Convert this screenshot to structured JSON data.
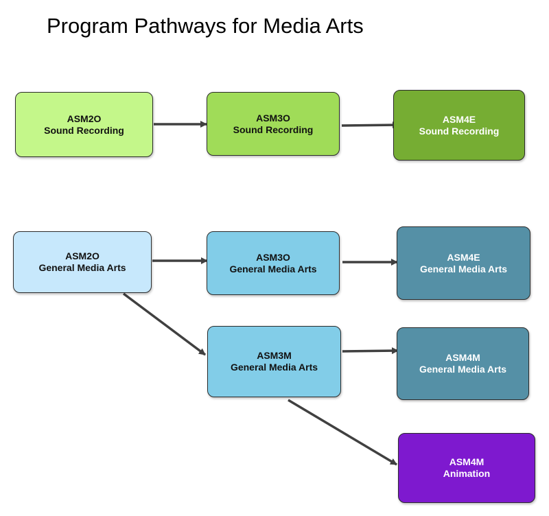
{
  "title": "Program Pathways for Media Arts",
  "colors": {
    "sound_2o": "#c4f78a",
    "sound_3o": "#a0dc58",
    "sound_4e": "#76ad33",
    "gma_2o": "#c7e8fc",
    "gma_3o_3m": "#82cde8",
    "gma_4e_4m": "#5590a6",
    "animation": "#7e19cf",
    "arrow": "#404040"
  },
  "nodes": [
    {
      "id": "n1",
      "code": "ASM2O",
      "name": "Sound Recording"
    },
    {
      "id": "n2",
      "code": "ASM3O",
      "name": "Sound Recording"
    },
    {
      "id": "n3",
      "code": "ASM4E",
      "name": "Sound Recording"
    },
    {
      "id": "n4",
      "code": "ASM2O",
      "name": "General Media Arts"
    },
    {
      "id": "n5",
      "code": "ASM3O",
      "name": "General Media Arts"
    },
    {
      "id": "n6",
      "code": "ASM4E",
      "name": "General Media Arts"
    },
    {
      "id": "n7",
      "code": "ASM3M",
      "name": "General Media Arts"
    },
    {
      "id": "n8",
      "code": "ASM4M",
      "name": "General Media Arts"
    },
    {
      "id": "n9",
      "code": "ASM4M",
      "name": "Animation"
    }
  ],
  "edges": [
    {
      "from": "n1",
      "to": "n2"
    },
    {
      "from": "n2",
      "to": "n3"
    },
    {
      "from": "n4",
      "to": "n5"
    },
    {
      "from": "n5",
      "to": "n6"
    },
    {
      "from": "n4",
      "to": "n7"
    },
    {
      "from": "n7",
      "to": "n8"
    },
    {
      "from": "n7",
      "to": "n9"
    }
  ]
}
